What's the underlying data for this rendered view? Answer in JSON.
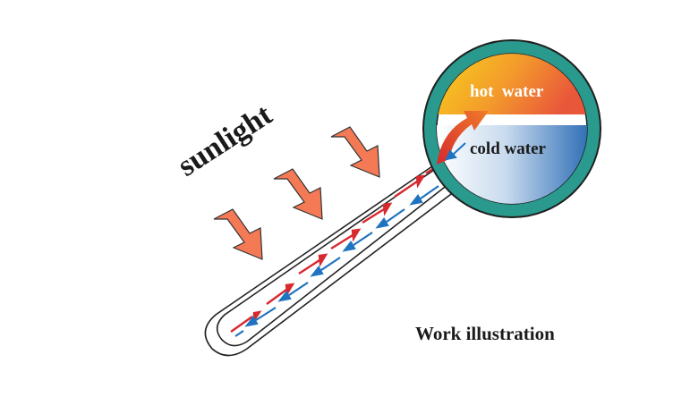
{
  "labels": {
    "sunlight": "sunlight",
    "hot_water": "hot  water",
    "cold_water": "cold water",
    "caption": "Work illustration"
  },
  "colors": {
    "sun_arrow_fill": "#f47a56",
    "sun_arrow_stroke": "#333333",
    "tank_ring": "#2a9a8e",
    "hot_top": "#f7c21c",
    "hot_bottom": "#ec6e3f",
    "cold": "#3f7fc1",
    "hot_flow_arrow": "#d8292f",
    "cold_flow_arrow": "#1f73c0"
  }
}
